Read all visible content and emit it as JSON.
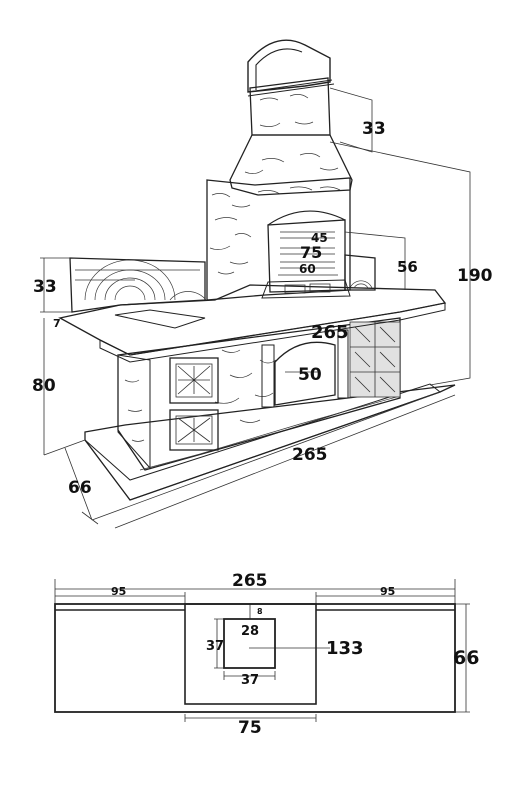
{
  "perspective": {
    "chimney_height": "33",
    "total_height": "190",
    "back_panel_height": "33",
    "counter_height": "80",
    "overhang": "7",
    "depth": "66",
    "length_bottom": "265",
    "length_front": "265",
    "grill_inner_width": "45",
    "grill_width": "75",
    "grill_depth": "60",
    "grill_side_height": "56",
    "arch_width": "50"
  },
  "plan": {
    "total_length": "265",
    "left_section": "95",
    "right_section": "95",
    "opening_offset": "8",
    "opening_size": "28",
    "opening_height": "37",
    "opening_width": "37",
    "center_distance": "133",
    "depth": "66",
    "middle_width": "75"
  }
}
